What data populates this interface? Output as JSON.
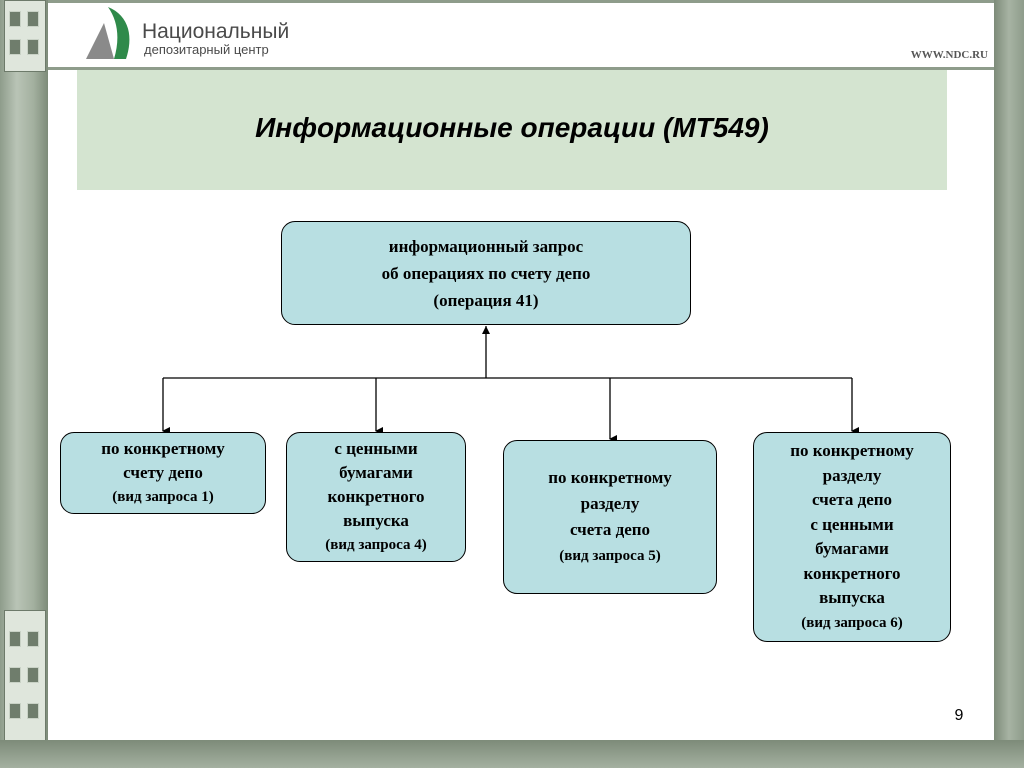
{
  "header": {
    "logo_title": "Национальный",
    "logo_subtitle": "депозитарный центр",
    "site_url": "WWW.NDC.RU"
  },
  "slide": {
    "title": "Информационные операции (МТ549)",
    "page_number": "9"
  },
  "diagram": {
    "root": {
      "lines": [
        "информационный запрос",
        "об операциях по счету депо",
        "(операция 41)"
      ]
    },
    "children": [
      {
        "lines": [
          "по конкретному",
          "счету депо"
        ],
        "note": "(вид запроса 1)"
      },
      {
        "lines": [
          "с ценными",
          "бумагами",
          "конкретного",
          "выпуска"
        ],
        "note": "(вид запроса 4)"
      },
      {
        "lines": [
          "по конкретному",
          "разделу",
          "счета депо"
        ],
        "note": "(вид запроса 5)"
      },
      {
        "lines": [
          "по конкретному",
          "разделу",
          "счета депо",
          "с ценными",
          "бумагами",
          "конкретного",
          "выпуска"
        ],
        "note": "(вид запроса 6)"
      }
    ]
  },
  "colors": {
    "title_band": "#d4e4d0",
    "node_fill": "#b8dfe2",
    "frame": "#8e9c8b",
    "logo_green": "#2f8a4a"
  }
}
